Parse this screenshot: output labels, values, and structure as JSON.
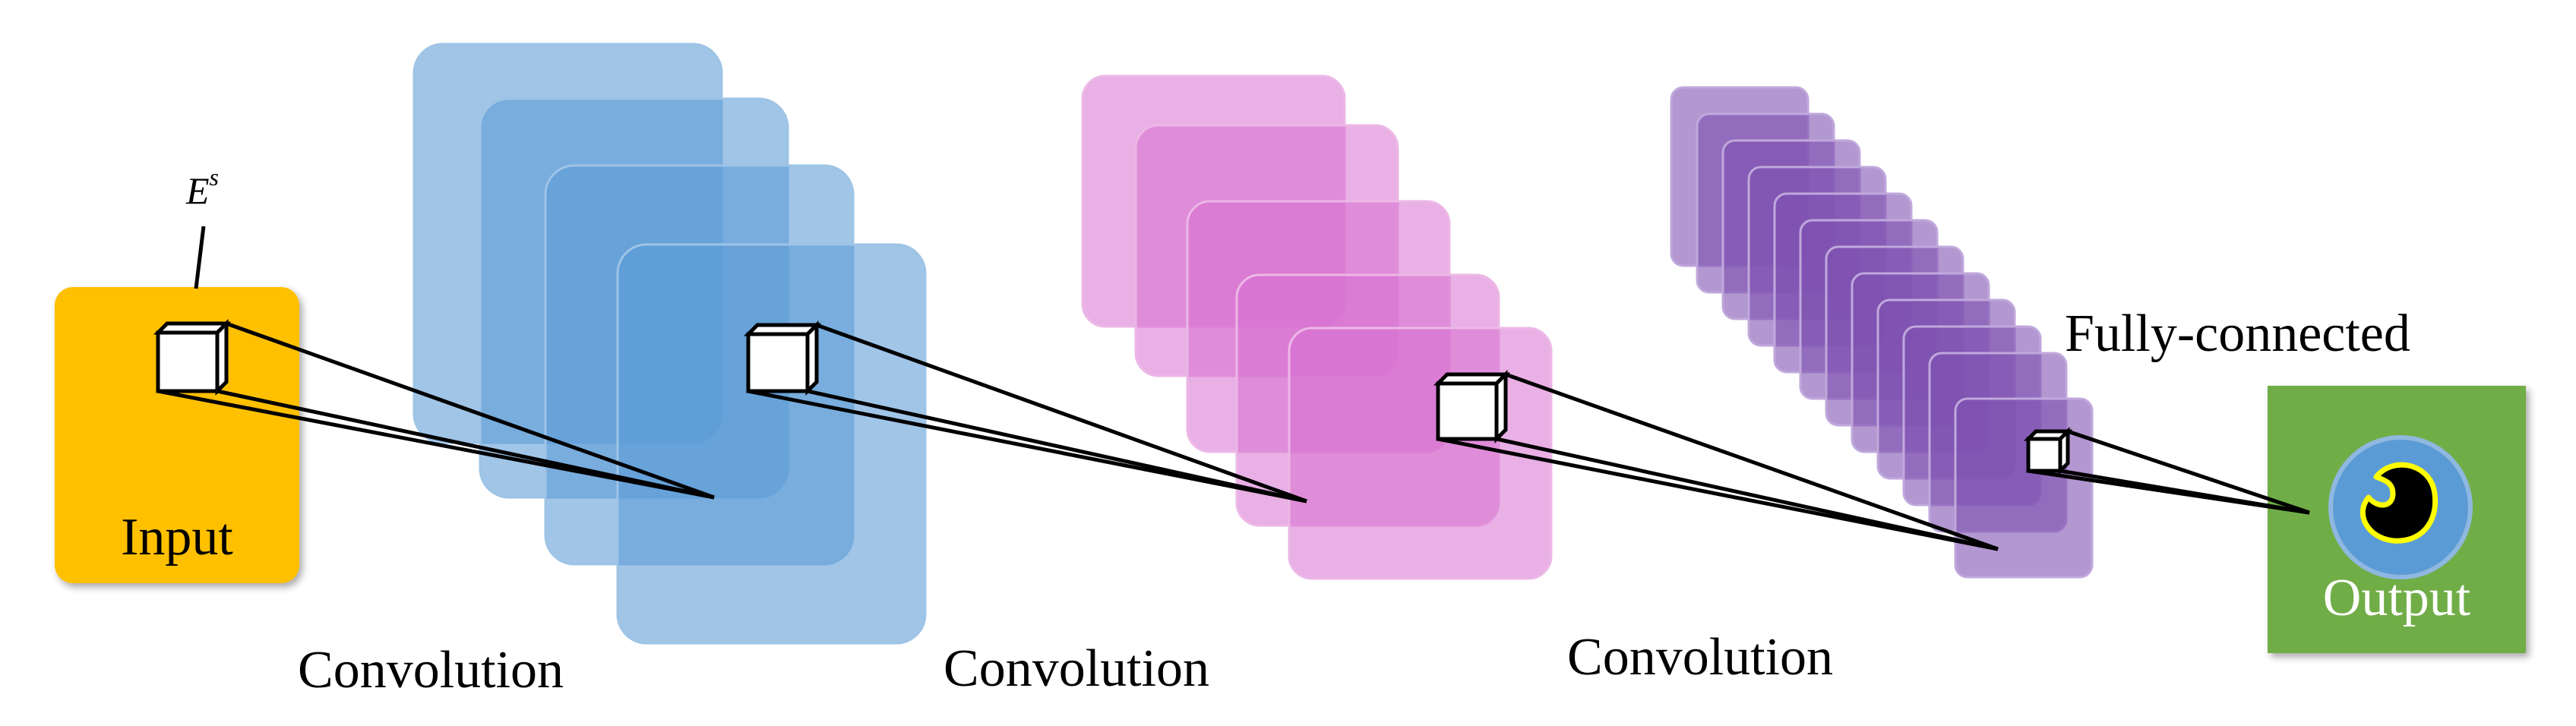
{
  "labels": {
    "input": "Input",
    "input_symbol": "E",
    "input_symbol_sup": "s",
    "conv1": "Convolution",
    "conv2": "Convolution",
    "conv3": "Convolution",
    "fc": "Fully-connected",
    "output": "Output"
  },
  "colors": {
    "input": "#ffc000",
    "conv1": "#5b9bd5",
    "conv2": "#d76fcf",
    "conv3": "#7e52b0",
    "output_bg": "#70ad47",
    "output_circle": "#5b9bd5",
    "output_blob": "#000000",
    "output_blob_edge": "#ffff00"
  }
}
